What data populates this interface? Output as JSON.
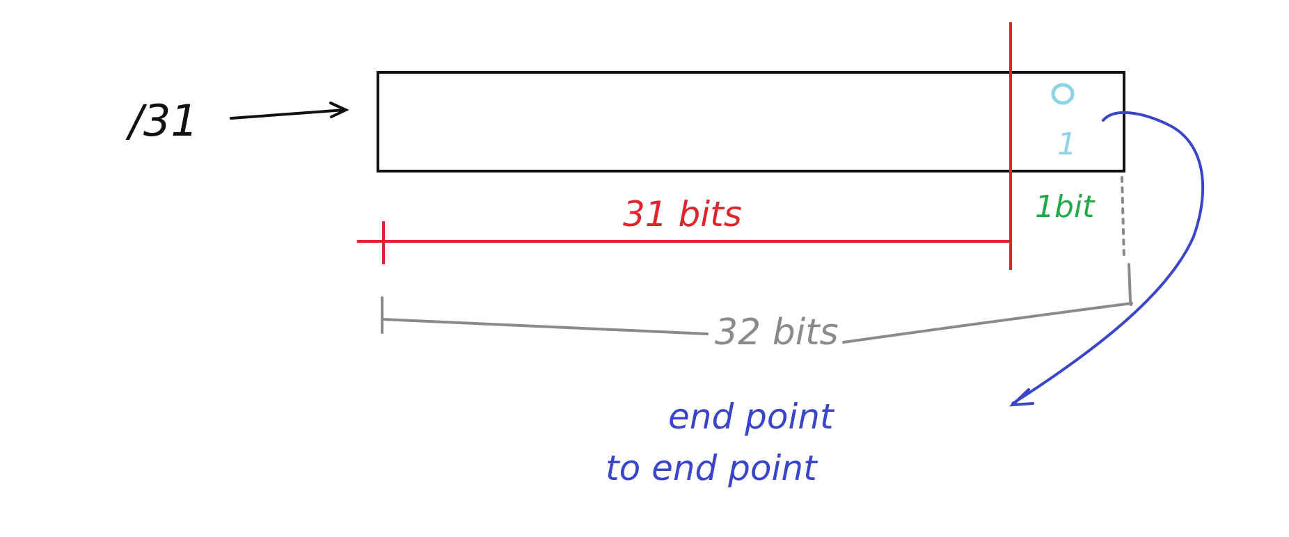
{
  "labels": {
    "prefix": "/31",
    "host_bits_count": "31 bits",
    "last_bit_count": "1bit",
    "total_bits": "32 bits",
    "bit_value_zero": "0",
    "bit_value_one": "1",
    "note_line1": "end point",
    "note_line2": "to  end point"
  },
  "colors": {
    "ink": "#111111",
    "red": "#e0242b",
    "green": "#23a84a",
    "light_blue": "#8fd3e6",
    "gray": "#8a8a8a",
    "blue": "#3a45c8"
  }
}
